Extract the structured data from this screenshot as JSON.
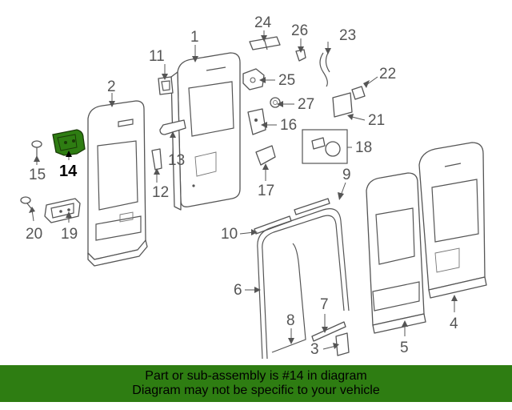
{
  "colors": {
    "highlight": "#2e7d12",
    "banner_bg": "#2e7d12",
    "line": "#555555"
  },
  "callouts": {
    "n1": "1",
    "n2": "2",
    "n3": "3",
    "n4": "4",
    "n5": "5",
    "n6": "6",
    "n7": "7",
    "n8": "8",
    "n9": "9",
    "n10": "10",
    "n11": "11",
    "n12": "12",
    "n13": "13",
    "n14": "14",
    "n15": "15",
    "n16": "16",
    "n17": "17",
    "n18": "18",
    "n19": "19",
    "n20": "20",
    "n21": "21",
    "n22": "22",
    "n23": "23",
    "n24": "24",
    "n25": "25",
    "n26": "26",
    "n27": "27"
  },
  "highlighted_part": "14",
  "banner": {
    "line1": "Part or sub-assembly is #14 in diagram",
    "line2": "Diagram may not be specific to your vehicle"
  }
}
